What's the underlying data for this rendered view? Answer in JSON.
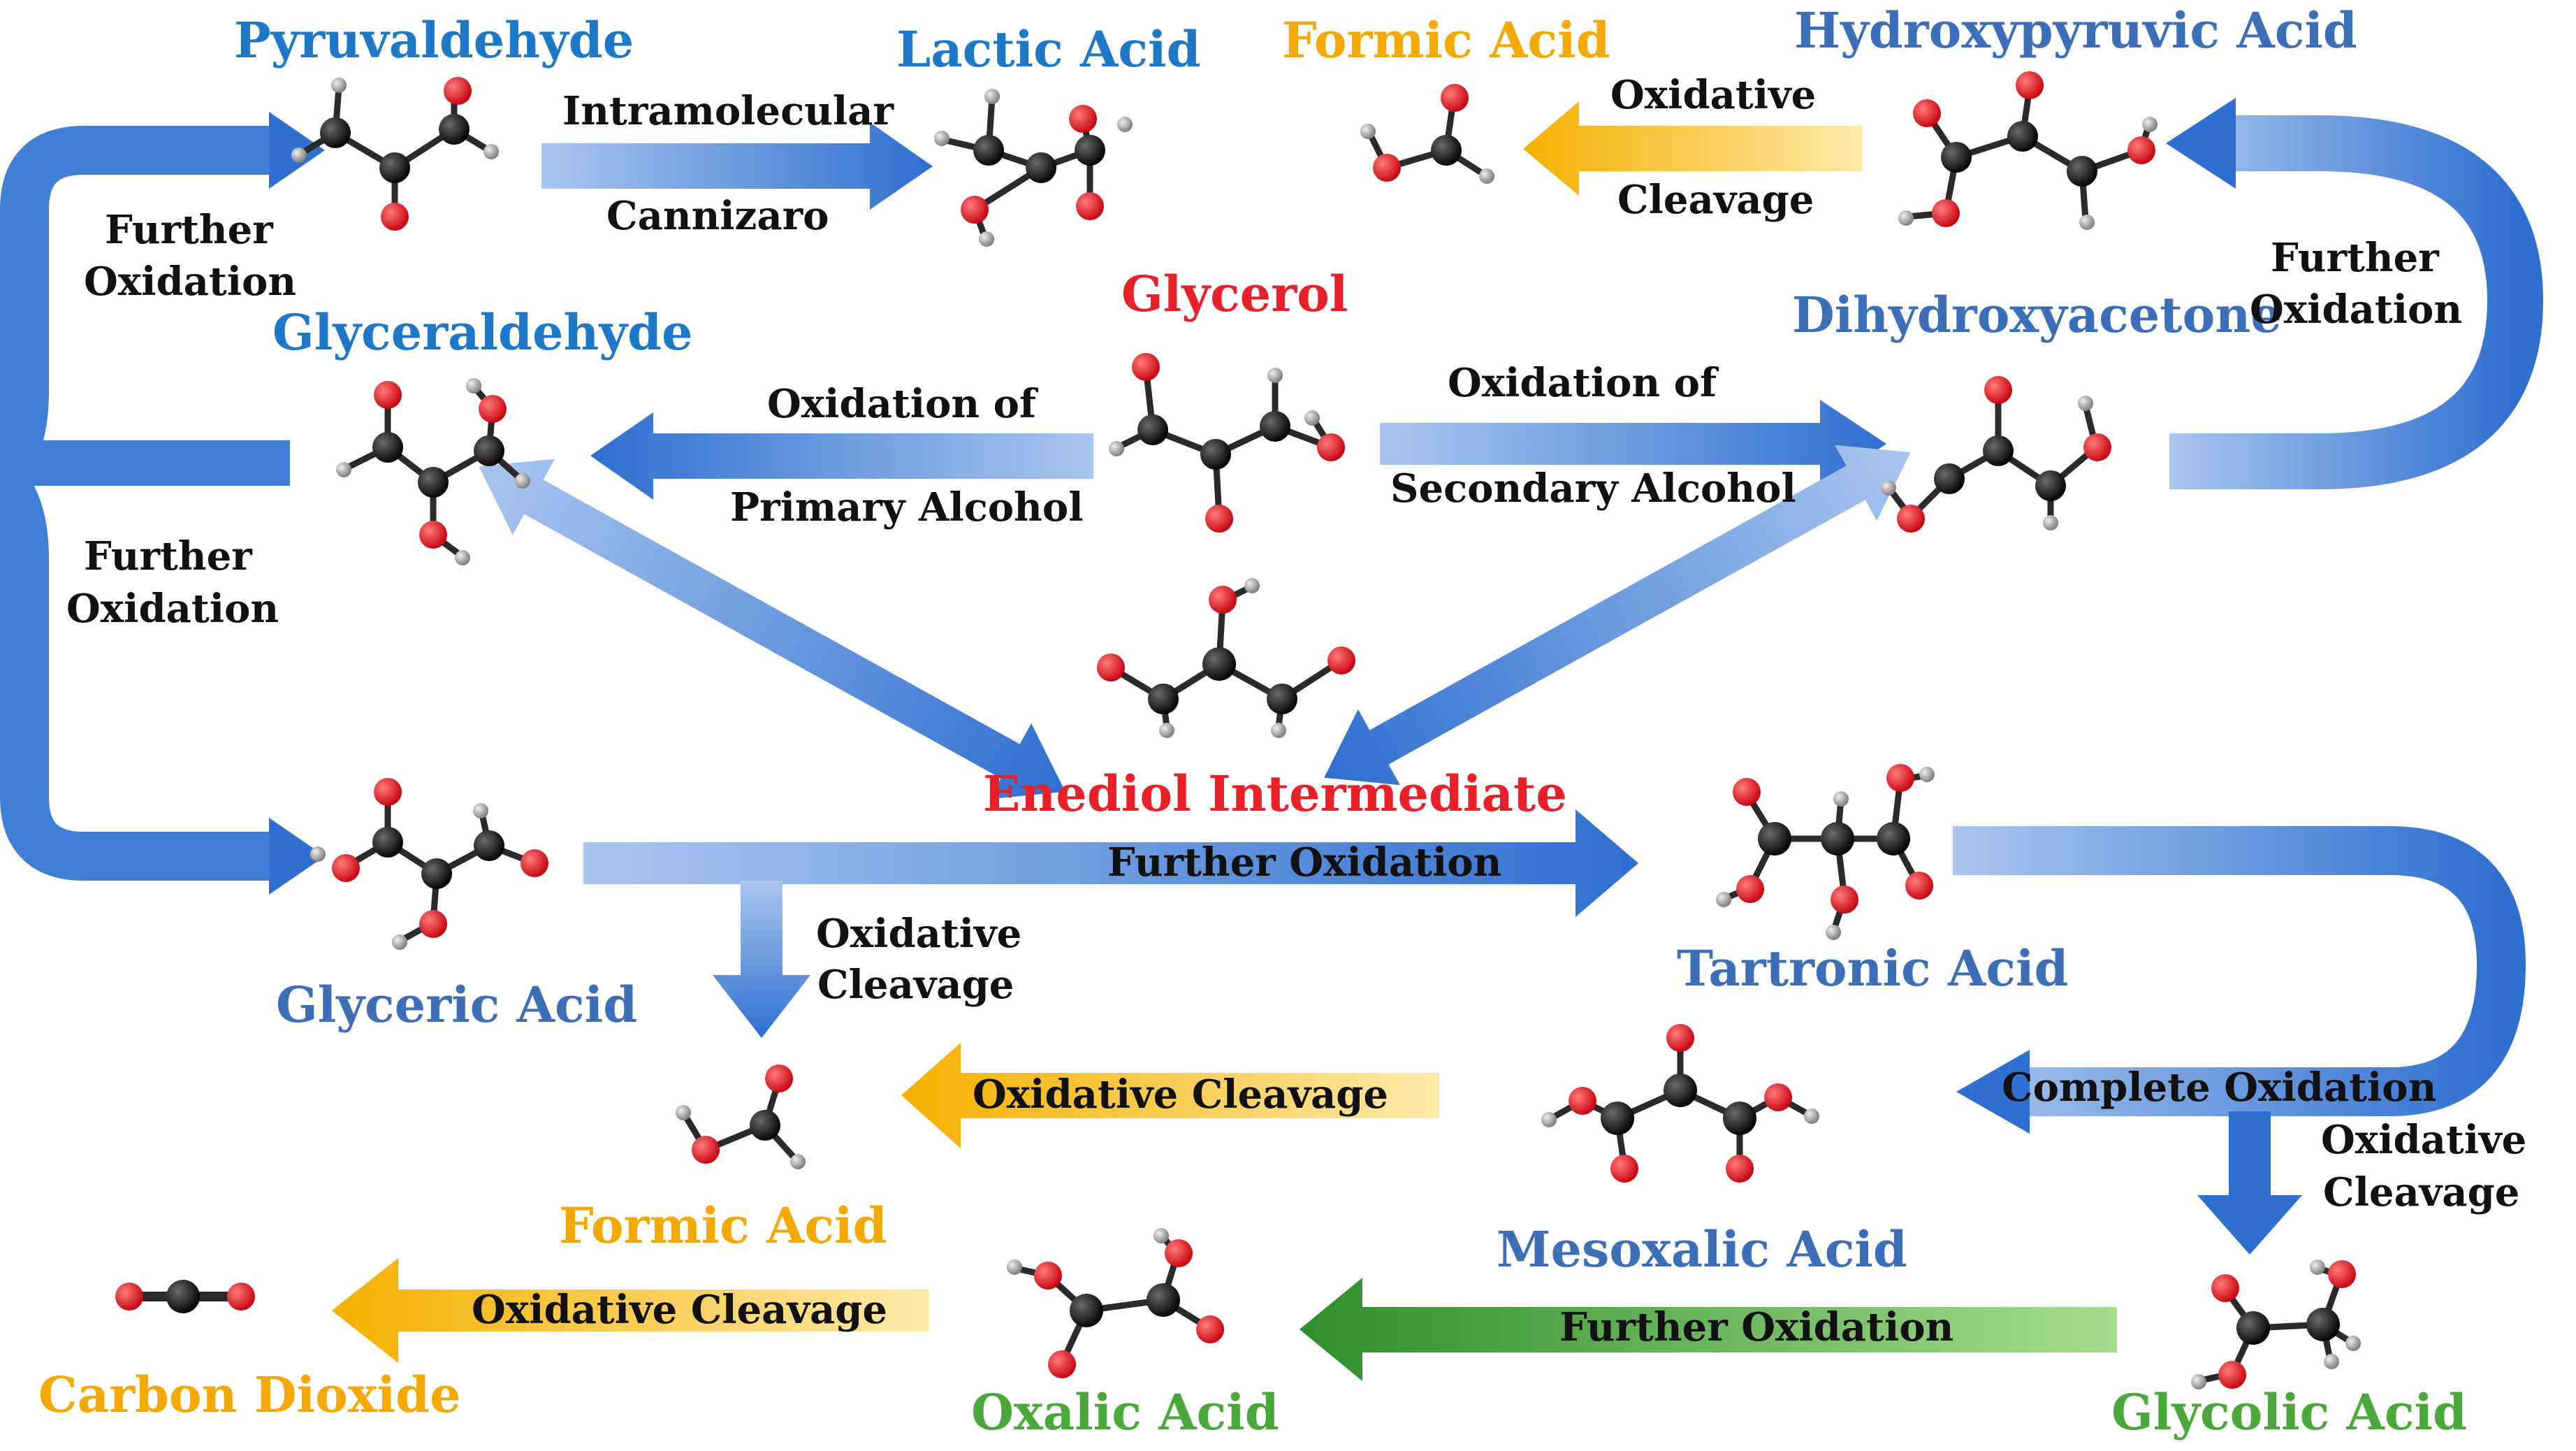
{
  "colors": {
    "blue_label": "#1e78c8",
    "steel_label": "#3d6fb8",
    "red_label": "#e8202a",
    "orange_label": "#f5a800",
    "green_label": "#4aa83a",
    "blue_arrow": "#2f6fd0",
    "orange_arrow": "#f5b400",
    "green_arrow": "#2f8e2c",
    "carbon": "#111111",
    "oxygen": "#e0101a",
    "hydrogen": "#9a9a9a"
  },
  "compounds": {
    "pyruvaldehyde": "Pyruvaldehyde",
    "lactic_acid": "Lactic Acid",
    "formic_acid_top": "Formic Acid",
    "hydroxypyruvic_acid": "Hydroxypyruvic Acid",
    "glyceraldehyde": "Glyceraldehyde",
    "glycerol": "Glycerol",
    "dihydroxyacetone": "Dihydroxyacetone",
    "enediol": "Enediol Intermediate",
    "glyceric_acid": "Glyceric Acid",
    "tartronic_acid": "Tartronic Acid",
    "formic_acid_mid": "Formic Acid",
    "mesoxalic_acid": "Mesoxalic Acid",
    "carbon_dioxide": "Carbon Dioxide",
    "oxalic_acid": "Oxalic Acid",
    "glycolic_acid": "Glycolic Acid"
  },
  "labels": {
    "intramolecular": "Intramolecular",
    "cannizaro": "Cannizaro",
    "oxidative": "Oxidative",
    "cleavage": "Cleavage",
    "further": "Further",
    "oxidation": "Oxidation",
    "oxidation_of": "Oxidation of",
    "primary_alcohol": "Primary Alcohol",
    "secondary_alcohol": "Secondary Alcohol",
    "further_oxidation": "Further Oxidation",
    "oxidative_cleavage": "Oxidative Cleavage",
    "complete_oxidation": "Complete Oxidation"
  }
}
